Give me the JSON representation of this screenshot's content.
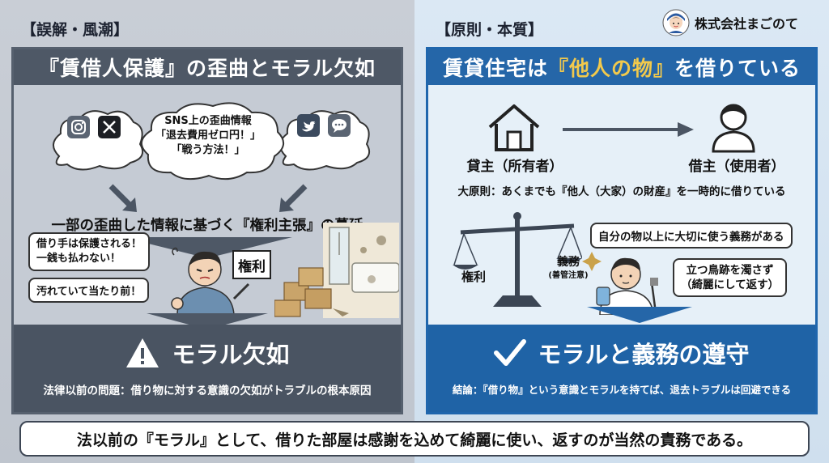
{
  "left": {
    "section_tag": "【誤解・風潮】",
    "header": "『賃借人保護』の歪曲とモラル欠如",
    "cloud_text": {
      "line1": "SNS上の歪曲情報",
      "line2": "「退去費用ゼロ円！」",
      "line3": "「戦う方法！」"
    },
    "icons": [
      "instagram-icon",
      "x-icon",
      "twitter-bird-icon",
      "chat-icon"
    ],
    "spread_caption": "一部の歪曲した情報に基づく『権利主張』の蔓延",
    "bubble1_line1": "借り手は保護される！",
    "bubble1_line2": "一銭も払わない！",
    "bubble2": "汚れていて当たり前！",
    "sign_text": "権利",
    "footer_title": "モラル欠如",
    "footer_note": "法律以前の問題：借り物に対する意識の欠如がトラブルの根本原因"
  },
  "right": {
    "section_tag": "【原則・本質】",
    "header_pre": "賃貸住宅は",
    "header_hl": "『他人の物』",
    "header_post": "を借りている",
    "owner_label": "貸主（所有者）",
    "user_label": "借主（使用者）",
    "principle": "大原則：あくまでも『他人（大家）の財産』を一時的に借りている",
    "scale_left": "権利",
    "scale_right": "義務",
    "scale_right_sub": "(善管注意)",
    "bubble_top": "自分の物以上に大切に使う義務がある",
    "bubble_side_line1": "立つ鳥跡を濁さず",
    "bubble_side_line2": "（綺麗にして返す）",
    "footer_title": "モラルと義務の遵守",
    "footer_note": "結論：『借り物』という意識とモラルを持てば、退去トラブルは回避できる"
  },
  "brand": {
    "name": "株式会社まごのて"
  },
  "bottom_message": "法以前の『モラル』として、借りた部屋は感謝を込めて綺麗に使い、返すのが当然の責務である。",
  "colors": {
    "left_dark": "#4e5866",
    "right_blue": "#2566a8",
    "highlight": "#f2c94c"
  }
}
